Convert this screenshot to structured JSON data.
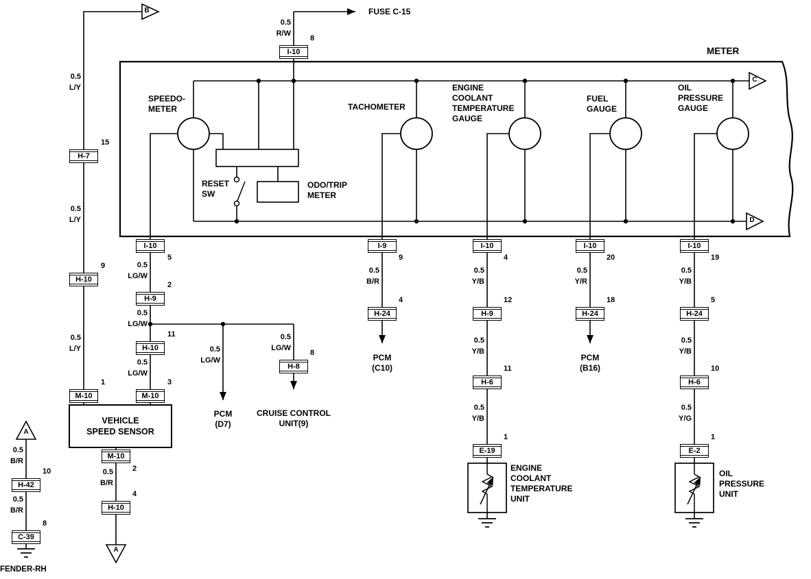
{
  "meter": {
    "title": "METER",
    "speedo_label": "SPEEDO-\nMETER",
    "tach_label": "TACHOMETER",
    "coolant_label": "ENGINE\nCOOLANT\nTEMPERATURE\nGAUGE",
    "fuel_label": "FUEL\nGAUGE",
    "oil_label": "OIL\nPRESSURE\nGAUGE",
    "reset_sw": "RESET\nSW",
    "odo_trip": "ODO/TRIP\nMETER"
  },
  "refs": {
    "a_in": "A",
    "a_out": "A",
    "b": "B",
    "c": "C",
    "d": "D"
  },
  "fuse": {
    "label": "FUSE C-15",
    "wire": "0.5\nR/W",
    "connector": "I-10",
    "pin": "8"
  },
  "left": {
    "wire1": "0.5\nL/Y",
    "c1": "H-7",
    "p1": "15",
    "wire2": "0.5\nL/Y",
    "c2": "H-10",
    "p2": "9",
    "wire3": "0.5\nL/Y",
    "c3": "M-10",
    "p3": "1"
  },
  "vss": {
    "label": "VEHICLE\nSPEED SENSOR",
    "c1": "M-10",
    "p1": "2",
    "wire1": "0.5\nB/R",
    "c2": "H-10",
    "p2": "4"
  },
  "fender": {
    "wire1": "0.5\nB/R",
    "c1": "H-42",
    "p1": "10",
    "wire2": "0.5\nB/R",
    "c2": "C-39",
    "p2": "8",
    "label": "FENDER-RH"
  },
  "speedo": {
    "c1": "I-10",
    "p1": "5",
    "wire1": "0.5\nLG/W",
    "c2": "H-9",
    "p2": "2",
    "wire2": "0.5\nLG/W",
    "c3": "H-10",
    "p3": "11",
    "wire3": "0.5\nLG/W",
    "c4": "M-10",
    "p4": "3",
    "pcm_wire": "0.5\nLG/W",
    "pcm": "PCM\n(D7)",
    "cruise_wire": "0.5\nLG/W",
    "cruise_c": "H-8",
    "cruise_p": "8",
    "cruise": "CRUISE CONTROL\nUNIT(9)"
  },
  "tach": {
    "c1": "I-9",
    "p1": "9",
    "wire1": "0.5\nB/R",
    "c2": "H-24",
    "p2": "4",
    "dest": "PCM\n(C10)"
  },
  "coolant": {
    "c1": "I-10",
    "p1": "4",
    "wire1": "0.5\nY/B",
    "c2": "H-9",
    "p2": "12",
    "wire2": "0.5\nY/B",
    "c3": "H-6",
    "p3": "11",
    "wire3": "0.5\nY/B",
    "c4": "E-19",
    "p4": "1",
    "unit": "ENGINE\nCOOLANT\nTEMPERATURE\nUNIT"
  },
  "fuel": {
    "c1": "I-10",
    "p1": "20",
    "wire1": "0.5\nY/R",
    "c2": "H-24",
    "p2": "18",
    "dest": "PCM\n(B16)"
  },
  "oil": {
    "c1": "I-10",
    "p1": "19",
    "wire1": "0.5\nY/B",
    "c2": "H-24",
    "p2": "5",
    "wire2": "0.5\nY/B",
    "c3": "H-6",
    "p3": "10",
    "wire3": "0.5\nY/G",
    "c4": "E-2",
    "p4": "1",
    "unit": "OIL\nPRESSURE\nUNIT"
  }
}
